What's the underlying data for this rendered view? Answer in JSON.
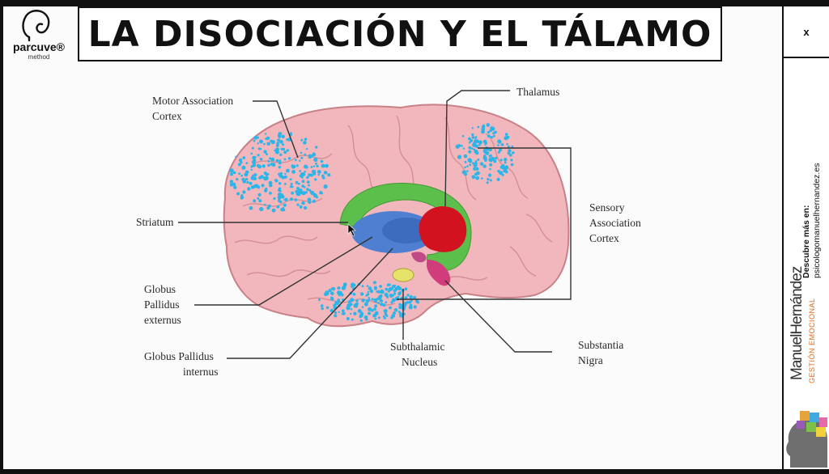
{
  "header": {
    "title": "LA DISOCIACIÓN Y EL TÁLAMO",
    "logo_brand": "parcuve®",
    "logo_sub": "method"
  },
  "sidebar": {
    "close_label": "x",
    "promo_label": "Descubre más en:",
    "promo_url": "psicologomanuelhernandez.es",
    "brand_name": "ManuelHernández",
    "brand_tagline": "GESTIÓN EMOCIONAL"
  },
  "diagram": {
    "labels": {
      "motor_1": "Motor Association",
      "motor_2": "Cortex",
      "thalamus": "Thalamus",
      "striatum": "Striatum",
      "sensory_1": "Sensory",
      "sensory_2": "Association",
      "sensory_3": "Cortex",
      "gpe_1": "Globus",
      "gpe_2": "Pallidus",
      "gpe_3": "externus",
      "gpi_1": "Globus Pallidus",
      "gpi_2": "internus",
      "stn_1": "Subthalamic",
      "stn_2": "Nucleus",
      "sn_1": "Substantia",
      "sn_2": "Nigra"
    },
    "colors": {
      "brain": "#f2b7bc",
      "brain_outline": "#c98188",
      "striatum_ring": "#5dbf4b",
      "globus_pallidus": "#4e7fd0",
      "thalamus": "#d3121f",
      "subthalamic": "#e6e36a",
      "substantia_nigra": "#d03c7c",
      "association_dots": "#2bb5e8"
    }
  }
}
